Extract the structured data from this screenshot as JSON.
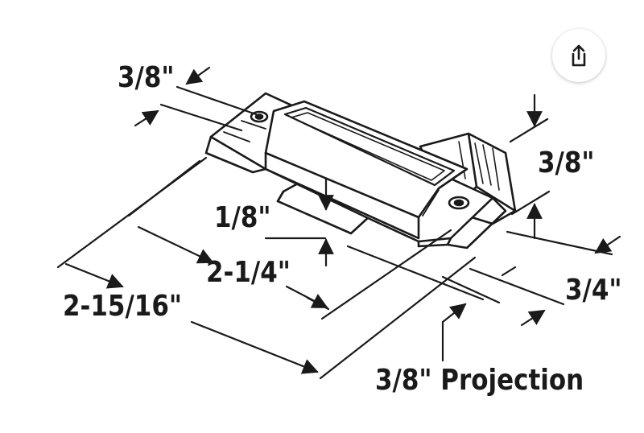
{
  "dimensions": {
    "top_hole_width": "3/8\"",
    "right_height": "3/8\"",
    "tab_depth": "1/8\"",
    "hole_spacing": "2-1/4\"",
    "overall_length": "2-15/16\"",
    "base_width": "3/4\"",
    "projection": "3/8\" Projection"
  },
  "share_button": {
    "icon": "share-icon"
  },
  "colors": {
    "line": "#1a1a1a",
    "background": "#ffffff"
  }
}
